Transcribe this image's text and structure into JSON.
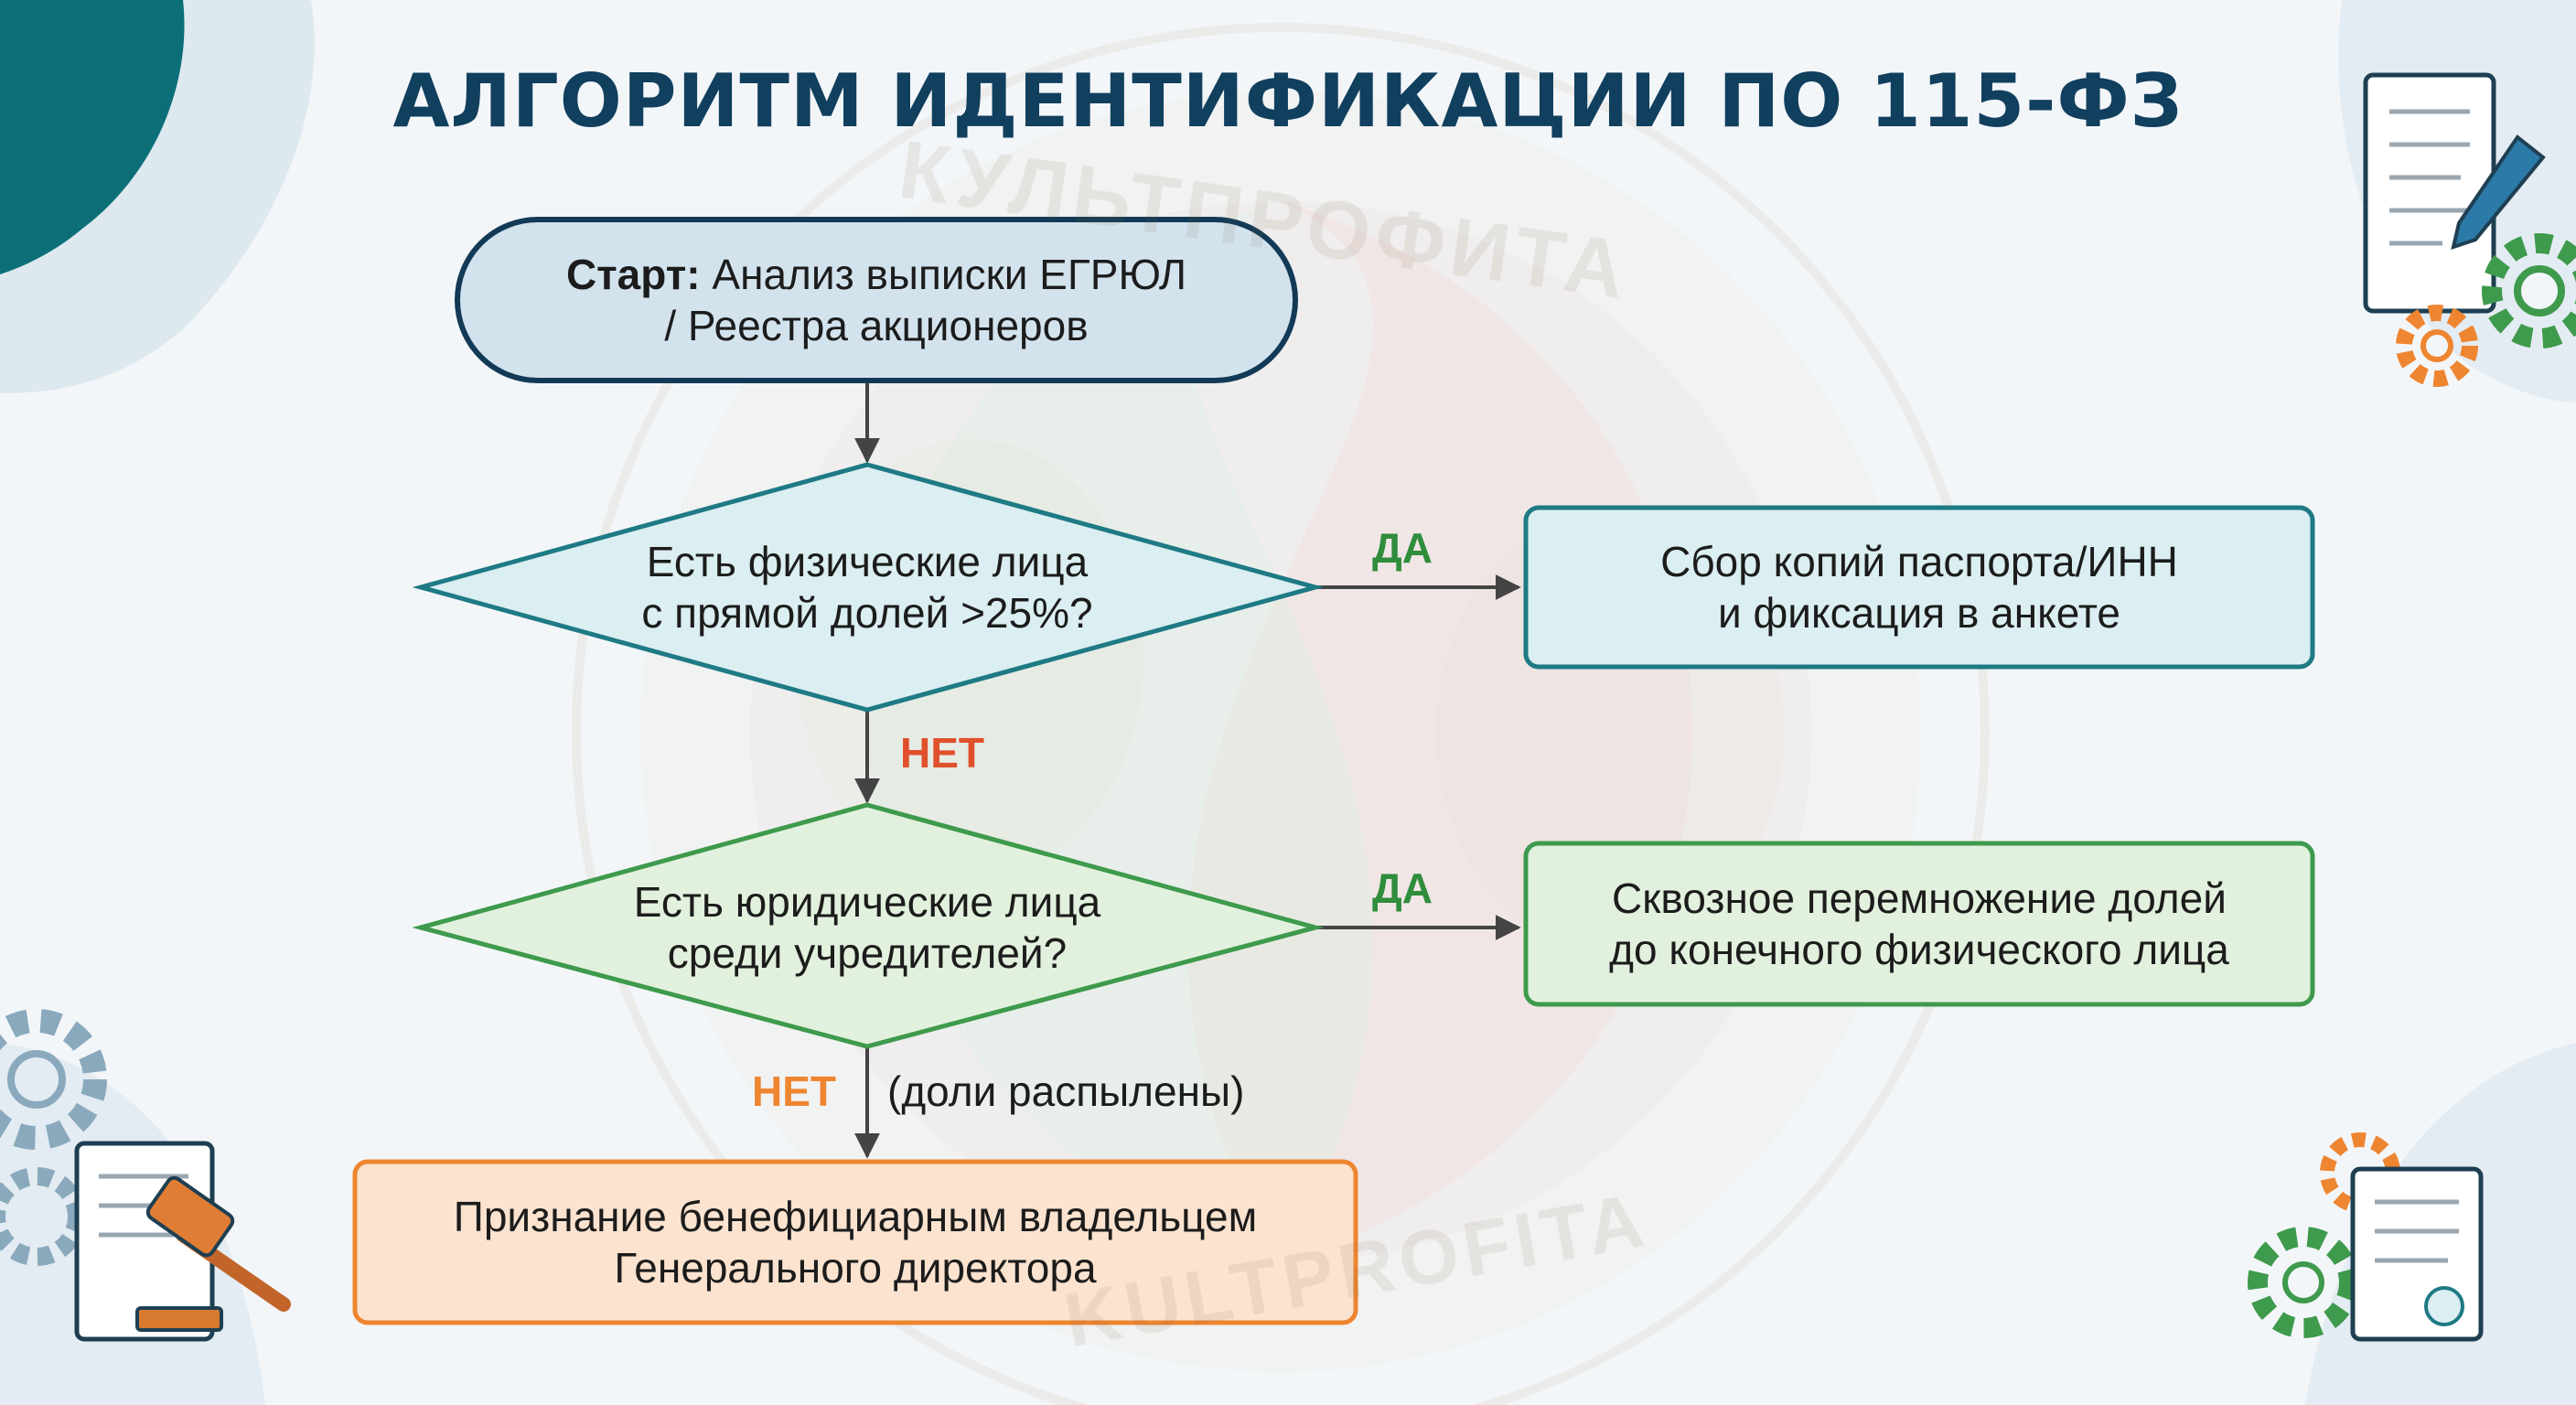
{
  "title": "АЛГОРИТМ ИДЕНТИФИКАЦИИ ПО 115-ФЗ",
  "watermark": {
    "top_text": "КУЛЬТПРОФИТА",
    "bottom_text": "KULTPROFITA"
  },
  "nodes": {
    "start": {
      "bold": "Старт:",
      "line1": " Анализ выписки ЕГРЮЛ",
      "line2": "/ Реестра акционеров"
    },
    "decision1": {
      "line1": "Есть физические лица",
      "line2": "с прямой долей >25%?"
    },
    "action1": {
      "line1": "Сбор копий паспорта/ИНН",
      "line2": "и фиксация в анкете"
    },
    "decision2": {
      "line1": "Есть юридические лица",
      "line2": "среди учредителей?"
    },
    "action2": {
      "line1": "Сквозное перемножение долей",
      "line2": "до конечного физического лица"
    },
    "end": {
      "line1": "Признание бенефициарным владельцем",
      "line2": "Генерального директора"
    }
  },
  "edges": {
    "d1_yes": "ДА",
    "d1_no": "НЕТ",
    "d2_yes": "ДА",
    "d2_no": "НЕТ",
    "d2_no_note": "(доли распылены)"
  },
  "colors": {
    "title": "#113f5e",
    "start_fill": "#d3e3ee",
    "start_stroke": "#123a57",
    "teal_stroke": "#1e7a84",
    "teal_fill": "#dbeef1",
    "green_stroke": "#3e9a4c",
    "green_fill": "#e2f1de",
    "orange_stroke": "#ee8530",
    "orange_fill": "#fbe3cf",
    "yes": "#2f8d3c",
    "no_red": "#e0502b",
    "no_orange": "#ee8530",
    "corner_blob": "#0c6f78"
  },
  "icons": [
    "document-pen-icon",
    "gear-icon",
    "gavel-icon",
    "certificate-icon"
  ]
}
